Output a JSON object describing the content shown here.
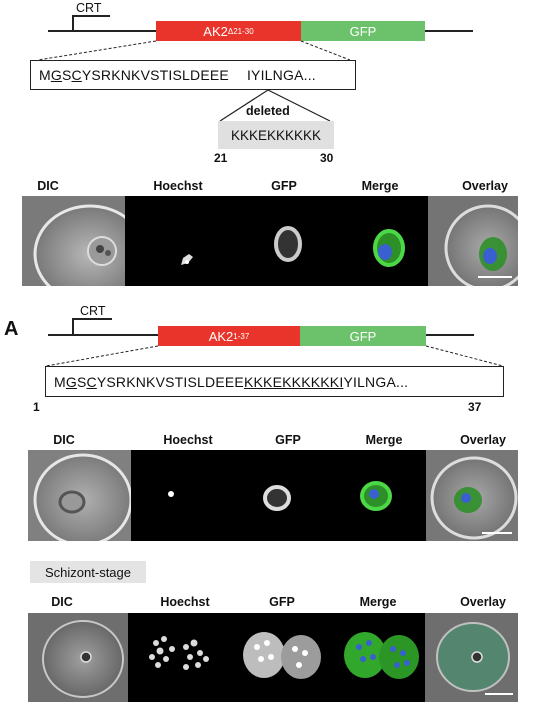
{
  "top": {
    "promoter": "CRT",
    "gene_main": "AK2",
    "gene_sup": "Δ21-30",
    "reporter": "GFP",
    "sequence_left": "MGSCYSRKNKVSTISLDEEE",
    "sequence_right": "IYILNGA...",
    "deleted_label": "deleted",
    "deleted_seq": "KKKEKKKKKK",
    "deleted_start": "21",
    "deleted_end": "30",
    "panels": [
      "DIC",
      "Hoechst",
      "GFP",
      "Merge",
      "Overlay"
    ]
  },
  "middle": {
    "panel_letter": "A",
    "promoter": "CRT",
    "gene_main": "AK2",
    "gene_sup": "1-37",
    "reporter": "GFP",
    "seq_a": "MGSCYSRKNKVSTISLDEEE",
    "seq_b": "KKKEKKKKKKI",
    "seq_c": "YILNGA...",
    "start_num": "1",
    "end_num": "37",
    "panels": [
      "DIC",
      "Hoechst",
      "GFP",
      "Merge",
      "Overlay"
    ]
  },
  "bottom": {
    "stage": "Schizont-stage",
    "panels": [
      "DIC",
      "Hoechst",
      "GFP",
      "Merge",
      "Overlay"
    ]
  },
  "colors": {
    "gene": "#e8342a",
    "gfp": "#6cc26a",
    "green_fluor": "#3fbf3a",
    "blue_fluor": "#3a5fd0"
  }
}
